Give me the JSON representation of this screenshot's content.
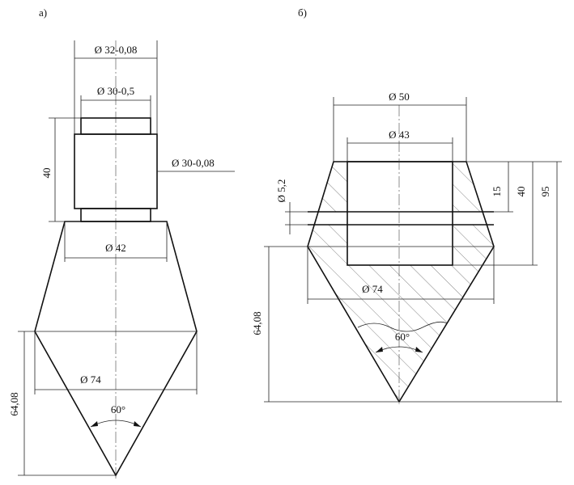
{
  "panels": {
    "a": {
      "label": "а)",
      "dims": {
        "d32": "Ø 32-0,08",
        "d30_05": "Ø 30-0,5",
        "d30_008": "Ø 30-0,08",
        "h40": "40",
        "d42": "Ø 42",
        "d74": "Ø 74",
        "h64": "64,08",
        "angle": "60°"
      }
    },
    "b": {
      "label": "б)",
      "dims": {
        "d50": "Ø 50",
        "d43": "Ø 43",
        "d52": "Ø 5,2",
        "h15": "15",
        "h40": "40",
        "h95": "95",
        "d74": "Ø 74",
        "h64": "64,08",
        "angle": "60°"
      }
    }
  }
}
